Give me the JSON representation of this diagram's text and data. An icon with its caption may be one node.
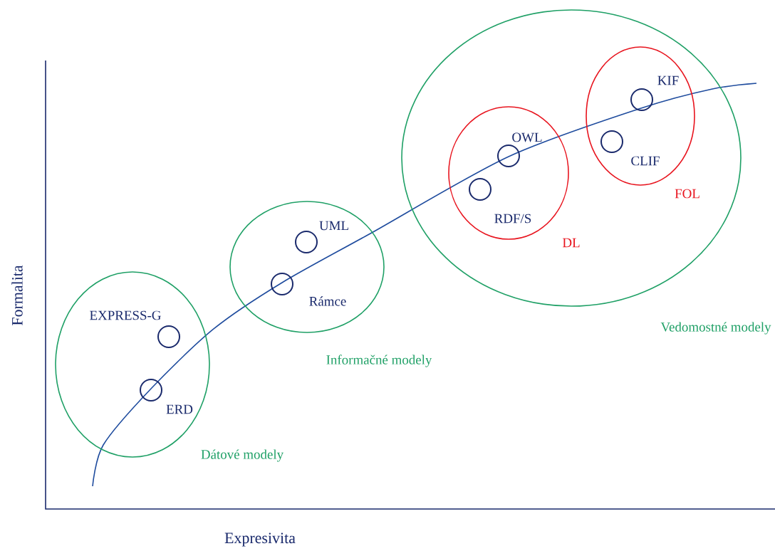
{
  "diagram": {
    "nodes": [
      {
        "text": [
          "Dátové modely"
        ]
      },
      {
        "text": [],
        "shape": "circle",
        "in": 0,
        "beside": [
          "EXPRESS-G"
        ]
      },
      {
        "text": [],
        "shape": "circle",
        "in": 0,
        "beside": [
          "ERD"
        ]
      },
      {
        "text": [
          "Informačné modely"
        ]
      },
      {
        "text": [],
        "shape": "circle",
        "in": 3,
        "beside": [
          "UML"
        ]
      },
      {
        "text": [],
        "shape": "circle",
        "in": 3,
        "beside": [
          "Rámce"
        ]
      },
      {
        "text": [
          "Vedomostné modely"
        ]
      },
      {
        "text": [
          "DL"
        ],
        "in": 6
      },
      {
        "text": [],
        "shape": "circle",
        "in": 7,
        "beside": [
          "OWL"
        ]
      },
      {
        "text": [],
        "shape": "circle",
        "in": 7,
        "beside": [
          "RDF/S"
        ]
      },
      {
        "text": [
          "FOL"
        ],
        "in": 6
      },
      {
        "text": [],
        "shape": "circle",
        "in": 10,
        "beside": [
          "KIF"
        ]
      },
      {
        "text": [],
        "shape": "circle",
        "in": 10,
        "beside": [
          "CLIF"
        ]
      }
    ],
    "labels": [
      "Formalita",
      "Expresivita"
    ]
  }
}
